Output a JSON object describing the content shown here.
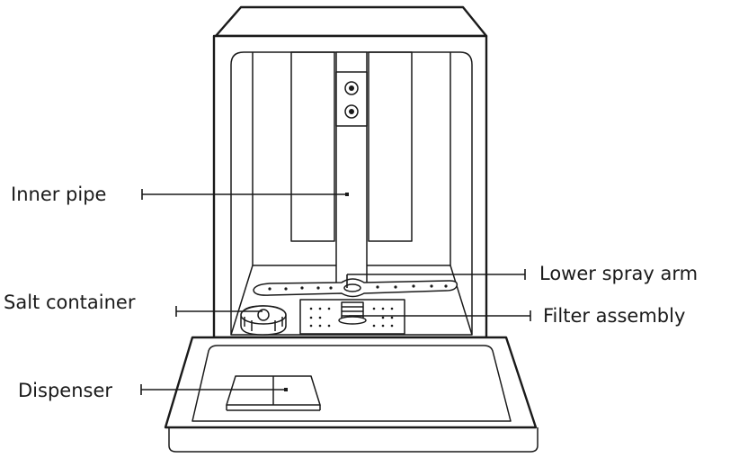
{
  "labels": {
    "inner_pipe": "Inner pipe",
    "salt_container": "Salt container",
    "dispenser": "Dispenser",
    "lower_spray_arm": "Lower spray arm",
    "filter_assembly": "Filter assembly"
  },
  "colors": {
    "stroke": "#1a1a1a",
    "background": "#ffffff"
  }
}
